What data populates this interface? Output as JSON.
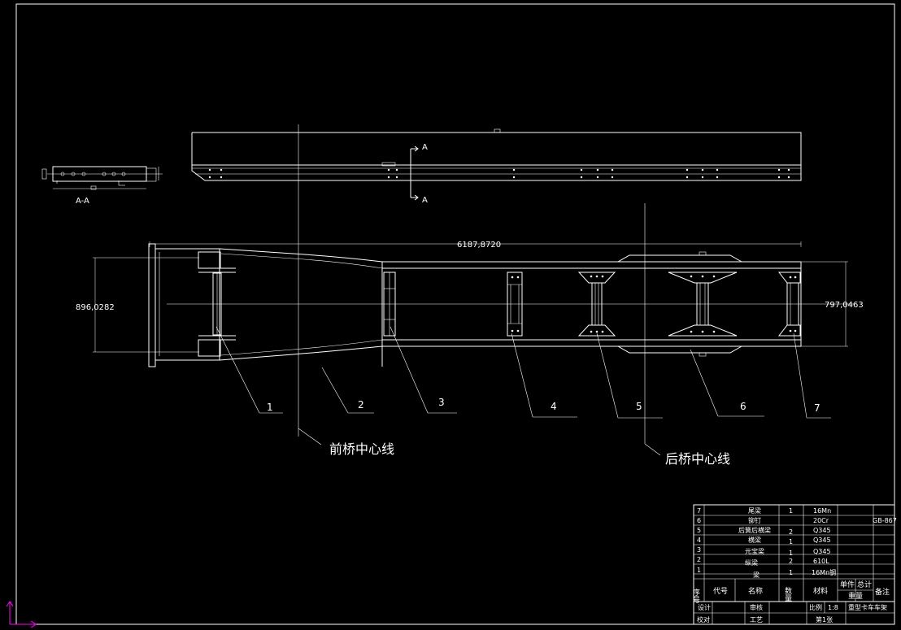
{
  "dimensions": {
    "overall_length": "6187,8720",
    "front_width": "896,0282",
    "rear_width": "797,0463"
  },
  "section": {
    "label": "A-A",
    "marker_top": "A",
    "marker_bottom": "A"
  },
  "balloons": [
    "1",
    "2",
    "3",
    "4",
    "5",
    "6",
    "7"
  ],
  "centerlines": {
    "front": "前桥中心线",
    "rear": "后桥中心线"
  },
  "parts_table": {
    "rows": [
      {
        "no": "7",
        "code": "",
        "name": "尾梁",
        "qty": "1",
        "material": "16Mn",
        "note": ""
      },
      {
        "no": "6",
        "code": "",
        "name": "铆钉",
        "qty": "",
        "material": "20Cr",
        "note": "GB-867"
      },
      {
        "no": "5",
        "code": "",
        "name": "后簧后横梁",
        "qty": "2",
        "material": "Q345",
        "note": ""
      },
      {
        "no": "4",
        "code": "",
        "name": "横梁",
        "qty": "1",
        "material": "Q345",
        "note": ""
      },
      {
        "no": "3",
        "code": "",
        "name": "元宝梁",
        "qty": "1",
        "material": "Q345",
        "note": ""
      },
      {
        "no": "2",
        "code": "",
        "name": "纵梁",
        "qty": "2",
        "material": "610L",
        "note": ""
      },
      {
        "no": "1",
        "code": "",
        "name": "梁",
        "qty": "1",
        "material": "16Mn钢",
        "note": ""
      }
    ],
    "header": {
      "no": "序号",
      "code": "代号",
      "name": "名称",
      "qty": "数量",
      "material": "材料",
      "unit_weight": "单件",
      "total_weight": "总计",
      "weight": "重量",
      "note": "备注"
    },
    "title_block": {
      "design": "设计",
      "review": "审核",
      "check": "校对",
      "process": "工艺",
      "scale_label": "比例",
      "scale_value": "1:8",
      "sheet": "第1张",
      "drawing_title": "重型卡车车架"
    }
  }
}
